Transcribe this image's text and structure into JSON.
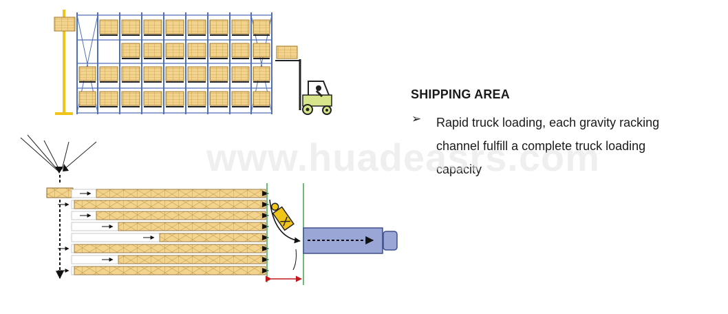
{
  "colors": {
    "pallet": "#f3d48e",
    "pallet_stroke": "#a57a2a",
    "rack_upright": "#4f6fb5",
    "yellow_post": "#f0c419",
    "truck_fill": "#9aa6d6",
    "truck_stroke": "#3e4f8c",
    "forklift_body": "#d9e58a",
    "clearance_arrow": "#c2181e",
    "lane_line": "#3fa34a"
  },
  "icons": [
    "arrow-bullet-icon",
    "forklift-icon",
    "truck-icon",
    "operator-icon",
    "light-fan-icon"
  ],
  "text": {
    "heading": "SHIPPING AREA",
    "bullet_marker": "➢",
    "bullet_lines": [
      "Rapid truck loading, each gravity racking",
      "channel fulfill a complete truck loading",
      "capacity"
    ],
    "watermark": "www.huadeasrs.com"
  }
}
